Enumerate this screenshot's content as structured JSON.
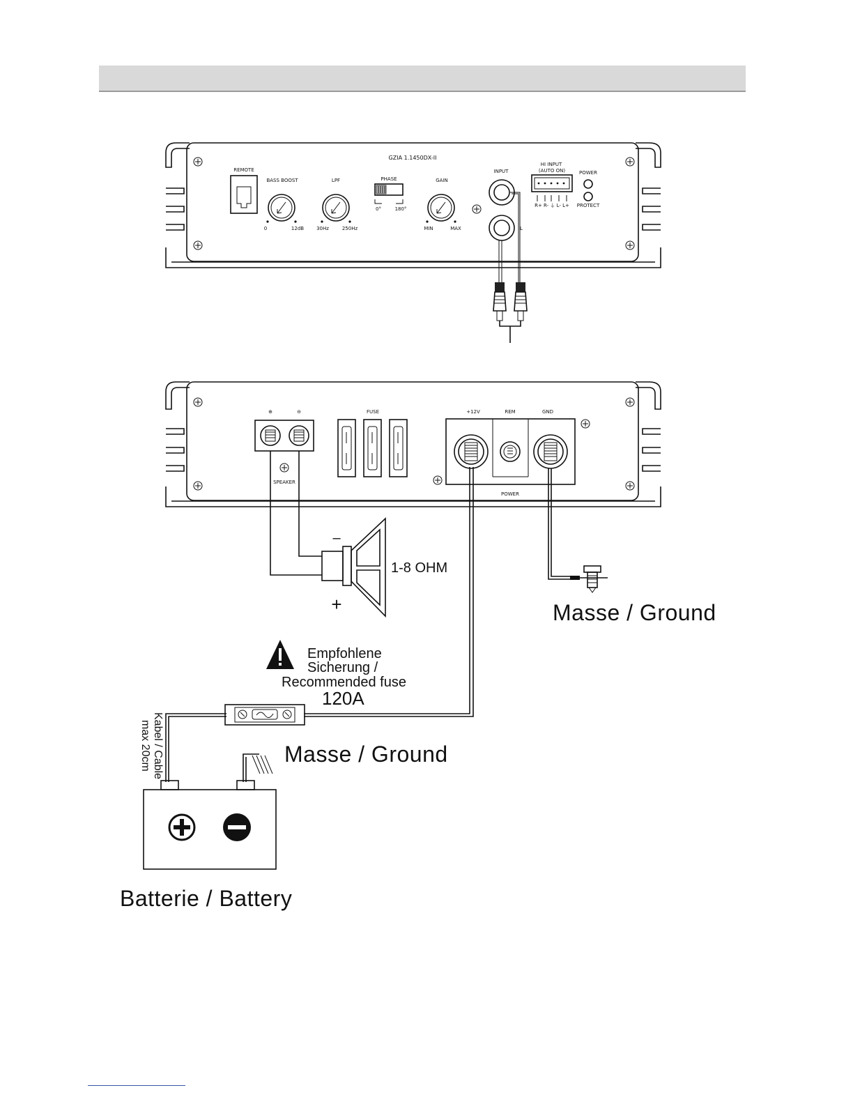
{
  "amp_top": {
    "model": "GZIA 1.1450DX-II",
    "remote": "REMOTE",
    "bass_boost": "BASS BOOST",
    "bass_min": "0",
    "bass_max": "12dB",
    "lpf": "LPF",
    "lpf_min": "30Hz",
    "lpf_max": "250Hz",
    "phase": "PHASE",
    "phase_0": "0°",
    "phase_180": "180°",
    "gain": "GAIN",
    "gain_min": "MIN",
    "gain_max": "MAX",
    "input": "INPUT",
    "input_l": "L",
    "hi_input": "HI INPUT",
    "auto_on": "(AUTO ON)",
    "hi_pins": "R+ R- ⏚ L- L+",
    "power": "POWER",
    "protect": "PROTECT"
  },
  "amp_bottom": {
    "plus": "⊕",
    "minus": "⊖",
    "speaker": "SPEAKER",
    "fuse": "FUSE",
    "v12": "+12V",
    "rem": "REM",
    "gnd": "GND",
    "power": "POWER"
  },
  "speaker": {
    "minus": "–",
    "plus": "+",
    "impedance": "1-8 OHM"
  },
  "ground_right": "Masse / Ground",
  "fuse_note": {
    "line1": "Empfohlene",
    "line2": "Sicherung /",
    "line3": "Recommended fuse",
    "value": "120A"
  },
  "cable_note": {
    "line1": "Kabel / Cable",
    "line2": "max 20cm"
  },
  "ground_battery": "Masse / Ground",
  "battery_label": "Batterie / Battery"
}
